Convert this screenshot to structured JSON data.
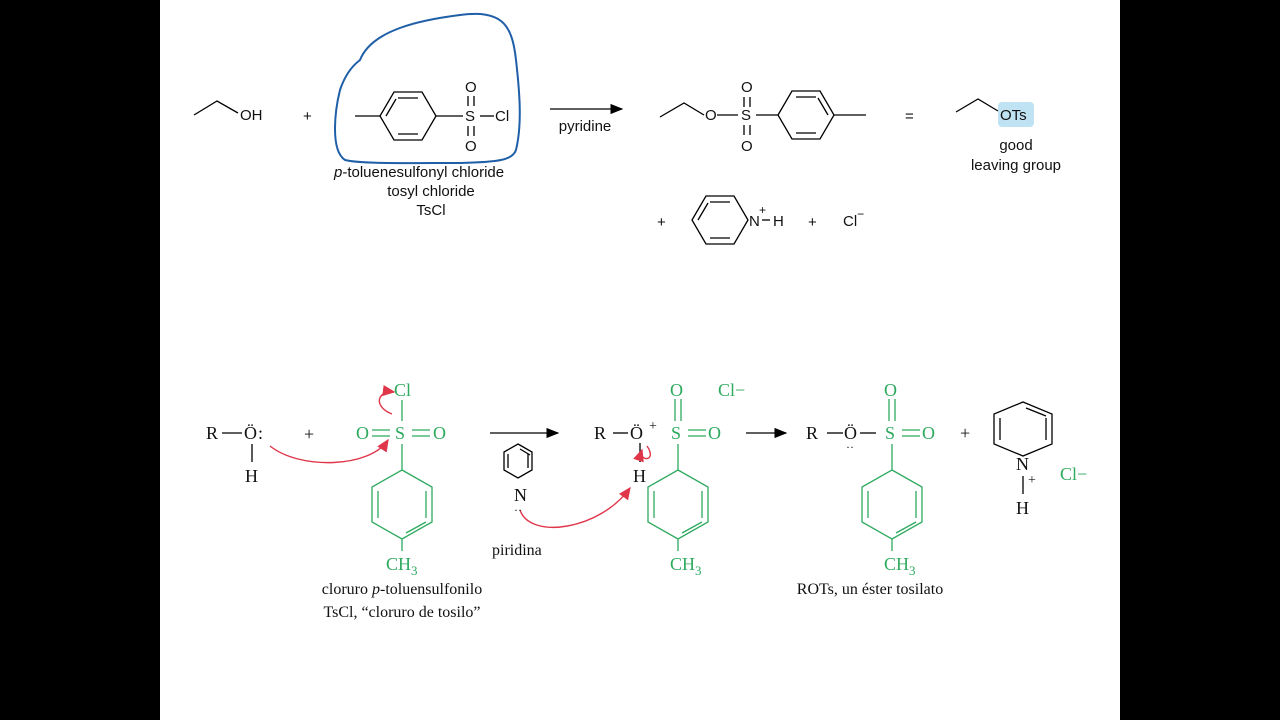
{
  "top": {
    "ethanol_oh": "OH",
    "plus1": "+",
    "tscl_o_top": "O",
    "tscl_o_bottom": "O",
    "tscl_s": "S",
    "tscl_cl": "Cl",
    "tscl_name_suffix": "-toluenesulfonyl chloride",
    "tscl_name_prefix": "p",
    "tscl_name2": "tosyl chloride",
    "tscl_name3": "TsCl",
    "arrow_label": "pyridine",
    "product_o": "O",
    "product_s": "S",
    "product_o_top": "O",
    "product_o_bottom": "O",
    "equals": "=",
    "ots": "OTs",
    "good": "good",
    "leaving_group": "leaving group",
    "plus2": "+",
    "pyridinium_n": "N",
    "pyridinium_plus": "+",
    "pyridinium_h": "H",
    "plus3": "+",
    "chloride": "Cl",
    "chloride_charge": "−"
  },
  "bottom": {
    "r1": "R",
    "o1": "Ö",
    "o1_colon": ":",
    "h1": "H",
    "plus1": "+",
    "cl": "Cl",
    "o_left": "O",
    "s1": "S",
    "o_right": "O",
    "ch3_1": "CH",
    "ch3_1_sub": "3",
    "name1_prefix": "cloruro ",
    "name1_italic": "p",
    "name1_suffix": "-toluensulfonilo",
    "name2": "TsCl, “cloruro de tosilo”",
    "piridina": "piridina",
    "pyr_n": "N",
    "pyr_dots": "··",
    "r2": "R",
    "o2": "Ö",
    "o2_plus": "+",
    "s2": "S",
    "o2_top": "O",
    "o2_right": "O",
    "h2": "H",
    "ch3_2": "CH",
    "ch3_2_sub": "3",
    "cl_minus_1": "Cl−",
    "r3": "R",
    "o3": "Ö",
    "o3_dots": "··",
    "s3": "S",
    "o3_top": "O",
    "o3_right": "O",
    "ch3_3": "CH",
    "ch3_3_sub": "3",
    "rots_label": "ROTs, un éster tosilato",
    "plus2": "+",
    "pyh_n": "N",
    "pyh_plus": "+",
    "pyh_h": "H",
    "cl_minus_2": "Cl−"
  },
  "colors": {
    "green": "#2eaa5e",
    "red_arrow": "#e0364a",
    "annotation_blue": "#1f5fa8",
    "ots_highlight": "#bfe3f2"
  }
}
